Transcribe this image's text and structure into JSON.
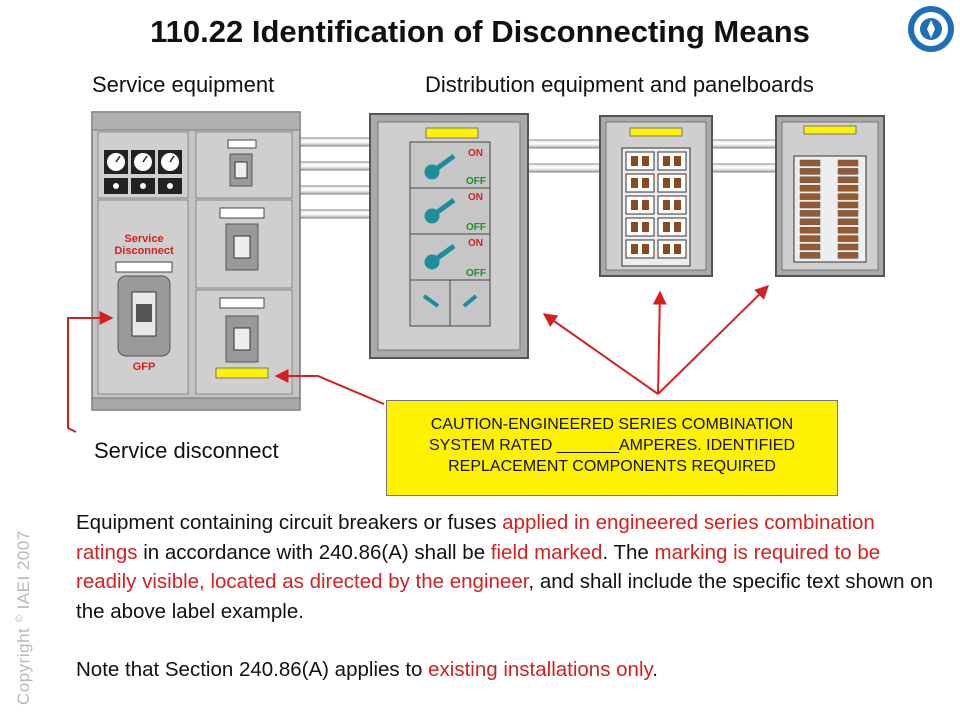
{
  "title": "110.22 Identification of Disconnecting Means",
  "labels": {
    "service_equipment": "Service equipment",
    "distribution": "Distribution equipment and panelboards",
    "service_disconnect": "Service disconnect",
    "switchboard_disconnect": "Service\nDisconnect",
    "gfp": "GFP",
    "on": "ON",
    "off": "OFF"
  },
  "caution_label": {
    "line1": "CAUTION-ENGINEERED SERIES COMBINATION",
    "line2": "SYSTEM RATED _______AMPERES. IDENTIFIED",
    "line3": "REPLACEMENT COMPONENTS REQUIRED"
  },
  "paragraph": [
    {
      "text": "Equipment containing circuit breakers or fuses ",
      "red": false
    },
    {
      "text": "applied in engineered series combination ratings",
      "red": true
    },
    {
      "text": " in accordance with 240.86(A) shall be ",
      "red": false
    },
    {
      "text": "field marked",
      "red": true
    },
    {
      "text": ". The ",
      "red": false
    },
    {
      "text": "marking is required to be readily visible, located as directed by the engineer",
      "red": true
    },
    {
      "text": ", and shall include the specific text shown on the above label example.",
      "red": false
    }
  ],
  "note": [
    {
      "text": "Note that Section 240.86(A) applies to ",
      "red": false
    },
    {
      "text": "existing installations only",
      "red": true
    },
    {
      "text": ".",
      "red": false
    }
  ],
  "copyright": {
    "prefix": "Copyright",
    "symbol": "©",
    "suffix": " IAEI 2007"
  },
  "colors": {
    "red": "#d42020",
    "yellow": "#fff200",
    "gray": "#bdbdbd"
  }
}
